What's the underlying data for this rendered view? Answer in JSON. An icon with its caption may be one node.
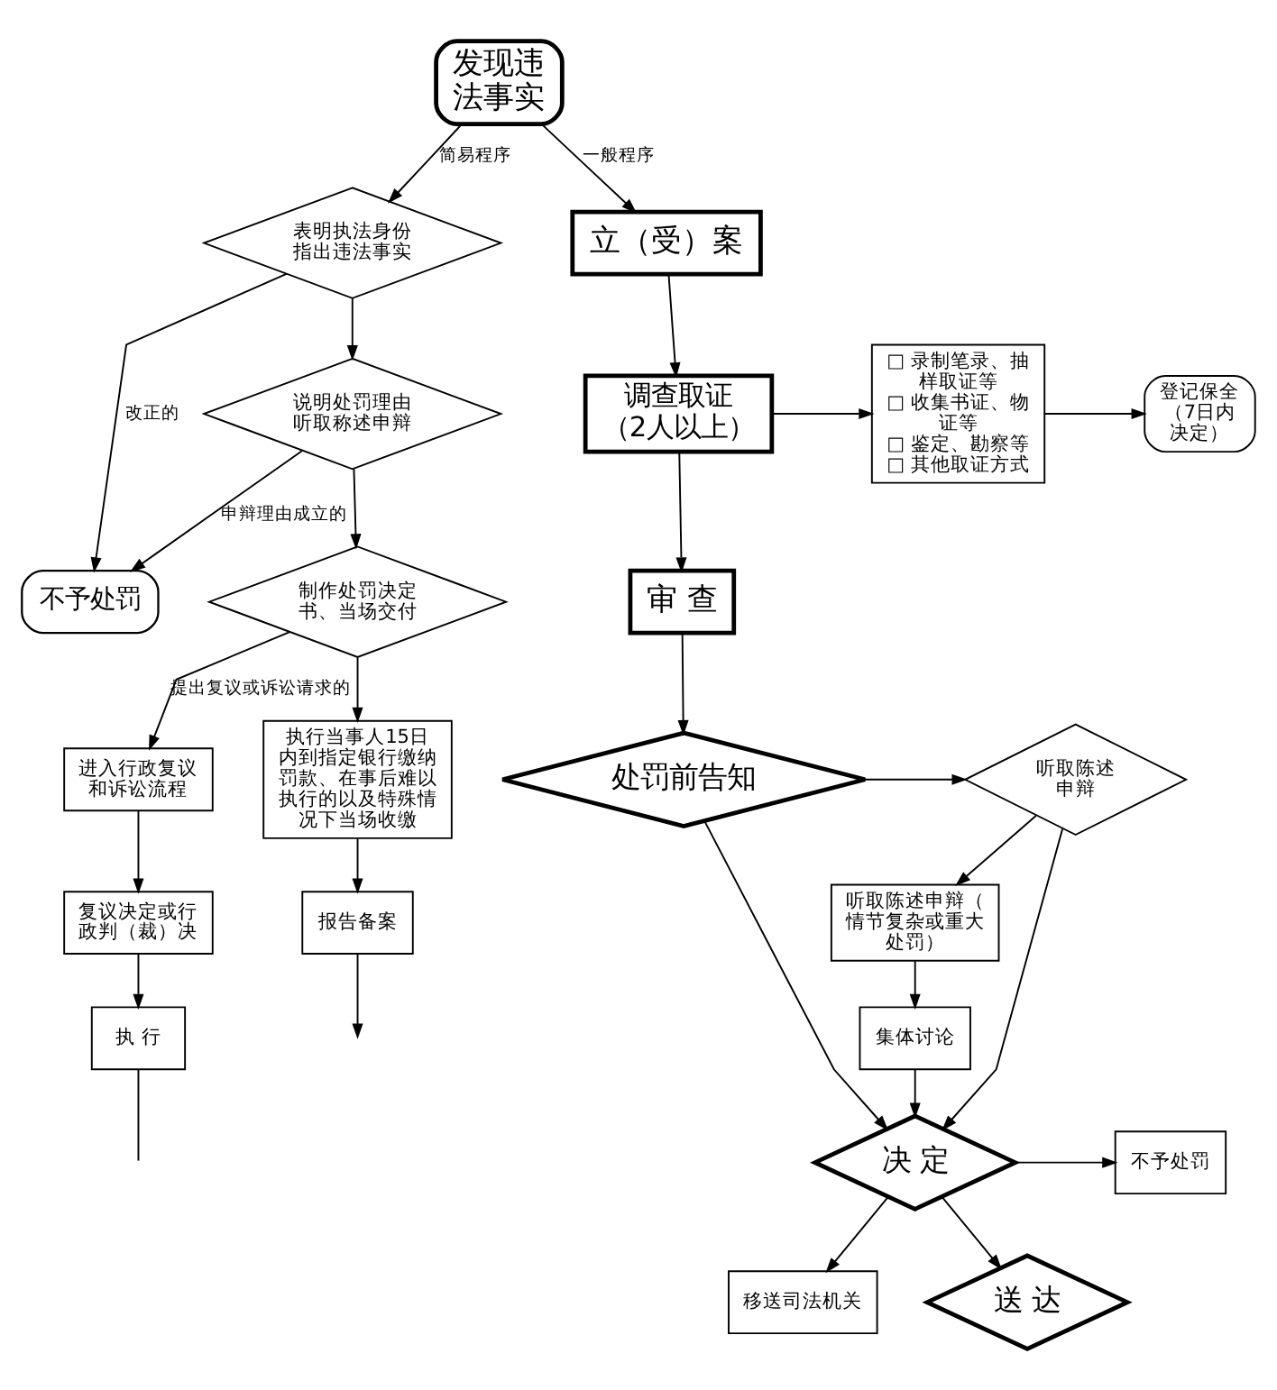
{
  "diagram": {
    "nodes": [
      {
        "text": [
          "发现违法事实"
        ]
      },
      {
        "text": [
          "表明执法身份指出违法事实"
        ]
      },
      {
        "text": [
          "不予处罚"
        ]
      },
      {
        "text": [
          "说明处罚理由听取称述申辩"
        ]
      },
      {
        "text": [
          "立（受）案"
        ]
      },
      {
        "text": [
          "调查取证",
          "（2人以上）"
        ]
      },
      {
        "text": [
          "□ 录制笔录、抽样取证等",
          "□ 收集书证、物证等",
          "□ 鉴定、勘察等",
          "□ 其他取证方式"
        ]
      },
      {
        "text": [
          "登记保全（7日内决定）"
        ]
      },
      {
        "text": [
          "审 查"
        ]
      },
      {
        "text": [
          "制作处罚决定书、当场交付"
        ]
      },
      {
        "text": [
          "进入行政复议和诉讼流程"
        ]
      },
      {
        "text": [
          "执行当事人15日内到指定银行缴纳罚款、在事后难以执行的以及特殊情况下当场收缴"
        ]
      },
      {
        "text": [
          "处罚前告知"
        ]
      },
      {
        "text": [
          "听取陈述申辩"
        ]
      },
      {
        "text": [
          "听取陈述申辩（情节复杂或重大处罚）"
        ]
      },
      {
        "text": [
          "复议决定或行政判（裁）决"
        ]
      },
      {
        "text": [
          "执 行"
        ]
      },
      {
        "text": [
          "报告备案"
        ]
      },
      {
        "text": [
          "集体讨论"
        ]
      },
      {
        "text": [
          "决 定"
        ]
      },
      {
        "text": [
          "不予处罚"
        ]
      },
      {
        "text": [
          "移送司法机关"
        ]
      },
      {
        "text": [
          "送 达"
        ]
      }
    ],
    "edges": [
      {
        "from": 0,
        "to": 1,
        "arrow": "to",
        "label": "简易程序"
      },
      {
        "from": 0,
        "to": 4,
        "arrow": "to",
        "label": "一般程序"
      },
      {
        "from": 1,
        "to": 2,
        "arrow": "to",
        "label": "改正的"
      },
      {
        "from": 1,
        "to": 3,
        "arrow": "to"
      },
      {
        "from": 3,
        "to": 2,
        "arrow": "to",
        "label": "申辩理由成立的"
      },
      {
        "from": 3,
        "to": 9,
        "arrow": "to"
      },
      {
        "from": 4,
        "to": 5,
        "arrow": "to"
      },
      {
        "from": 5,
        "to": 6,
        "arrow": "to"
      },
      {
        "from": 6,
        "to": 7,
        "arrow": "to"
      },
      {
        "from": 5,
        "to": 8,
        "arrow": "to"
      },
      {
        "from": 8,
        "to": 12,
        "arrow": "to"
      },
      {
        "from": 9,
        "to": 10,
        "arrow": "to",
        "label": "提出复议或诉讼请求的"
      },
      {
        "from": 9,
        "to": 11,
        "arrow": "to"
      },
      {
        "from": 10,
        "to": 15,
        "arrow": "to"
      },
      {
        "from": 15,
        "to": 16,
        "arrow": "to"
      },
      {
        "from": 11,
        "to": 17,
        "arrow": "to"
      },
      {
        "from": 12,
        "to": 13,
        "arrow": "to"
      },
      {
        "from": 13,
        "to": 14,
        "arrow": "to"
      },
      {
        "from": 13,
        "to": 19,
        "arrow": "to"
      },
      {
        "from": 14,
        "to": 18,
        "arrow": "to"
      },
      {
        "from": 18,
        "to": 19,
        "arrow": "to"
      },
      {
        "from": 12,
        "to": 19,
        "arrow": "to"
      },
      {
        "from": 19,
        "to": 20,
        "arrow": "to"
      },
      {
        "from": 19,
        "to": 21,
        "arrow": "to"
      },
      {
        "from": 19,
        "to": 22,
        "arrow": "to"
      },
      {
        "from": 17,
        "to": null,
        "arrow": "to"
      },
      {
        "from": 16,
        "to": null,
        "arrow": "none"
      }
    ]
  }
}
